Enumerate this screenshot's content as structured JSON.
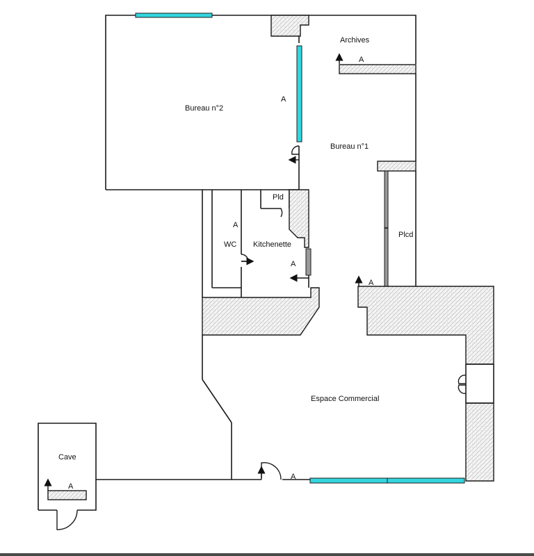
{
  "rooms": {
    "bureau2": "Bureau n°2",
    "bureau1": "Bureau n°1",
    "archives": "Archives",
    "pld": "Pld",
    "plcd": "Plcd",
    "wc": "WC",
    "kitchenette": "Kitchenette",
    "espace_commercial": "Espace Commercial",
    "cave": "Cave"
  },
  "marker_letter": "A",
  "colors": {
    "window": "#33d6df",
    "partition": "#9a9a9a",
    "wall": "#1a1a1a"
  }
}
